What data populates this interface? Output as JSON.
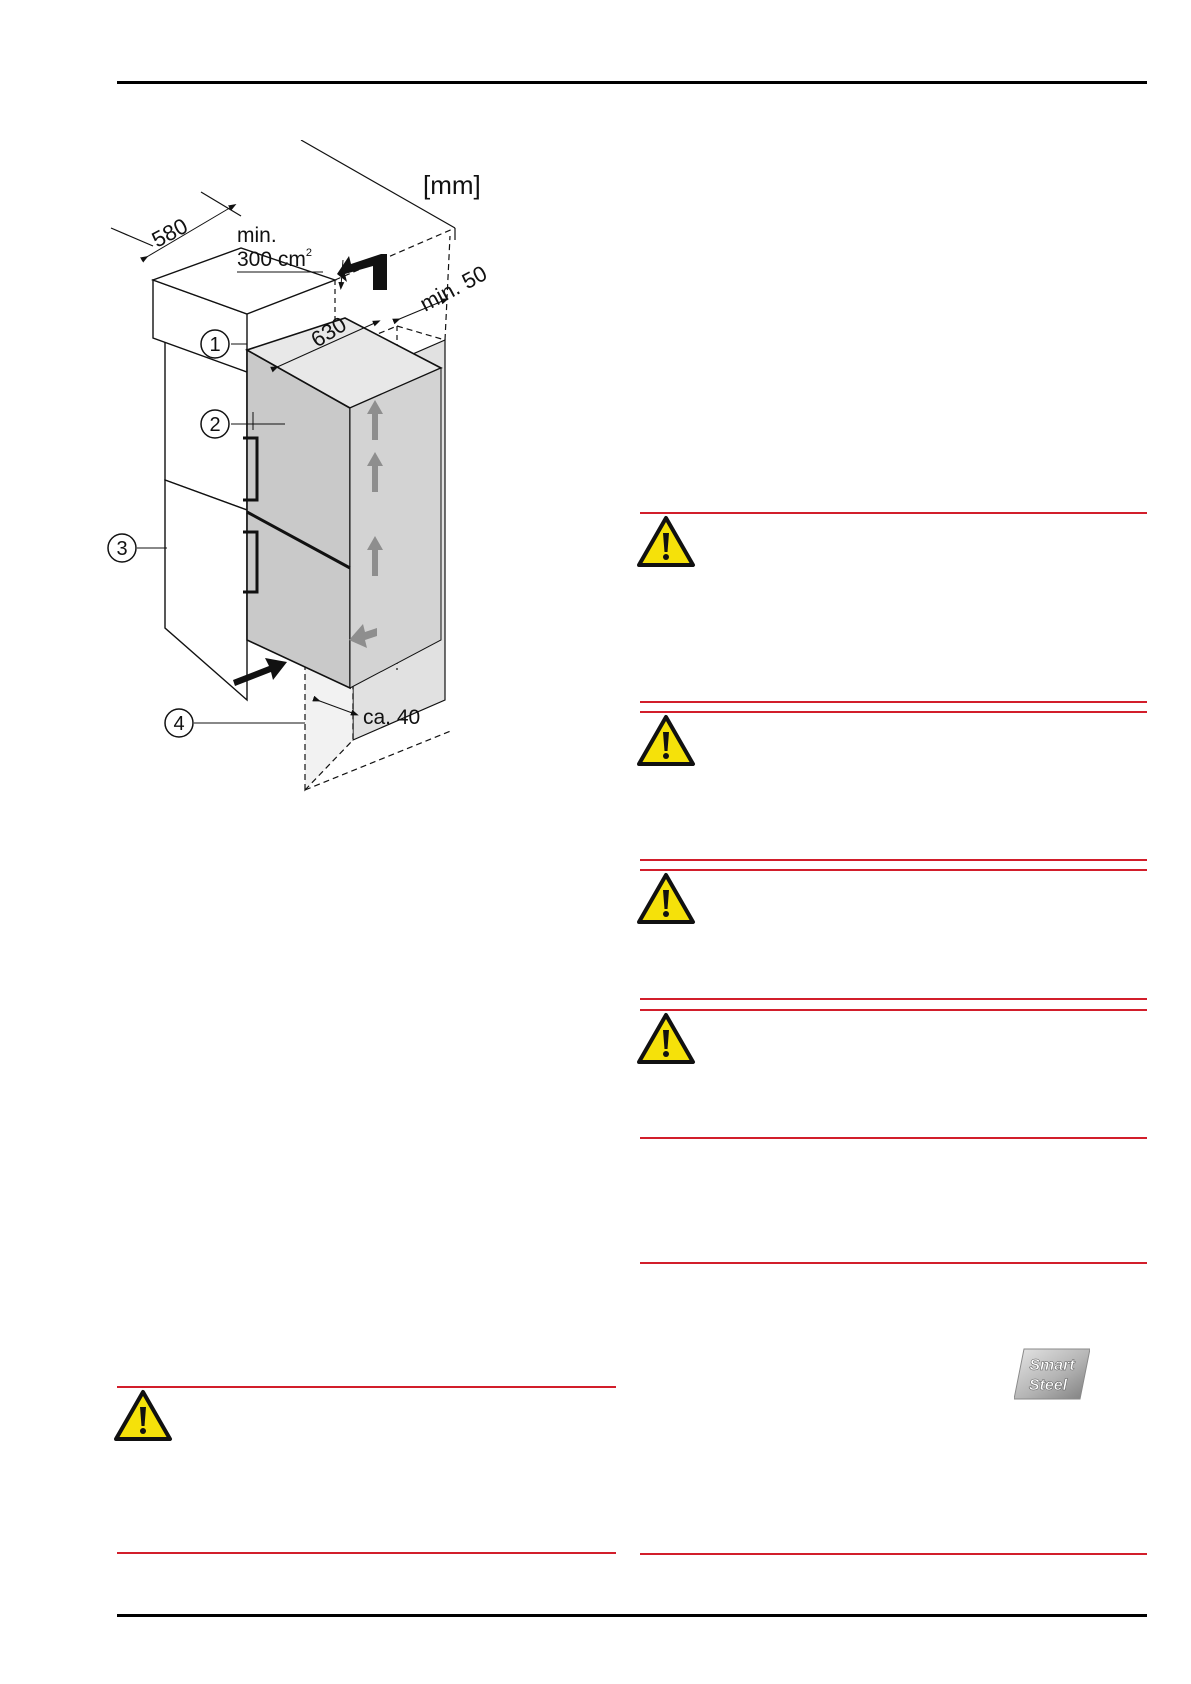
{
  "diagram": {
    "unit": "[mm]",
    "dim_depth": "580",
    "dim_width": "630",
    "vent_min_label": "min.",
    "vent_area_value": "300 cm",
    "vent_area_sup": "2",
    "top_clearance": "min. 50",
    "bottom_clearance": "ca. 40",
    "callouts": [
      "1",
      "2",
      "3",
      "4"
    ]
  },
  "logo": {
    "line1": "Smart",
    "line2": "Steel"
  },
  "icons": {
    "warning": "warning-triangle-icon",
    "accent": "#d21e2b",
    "warning_fill": "#f5e10a"
  }
}
